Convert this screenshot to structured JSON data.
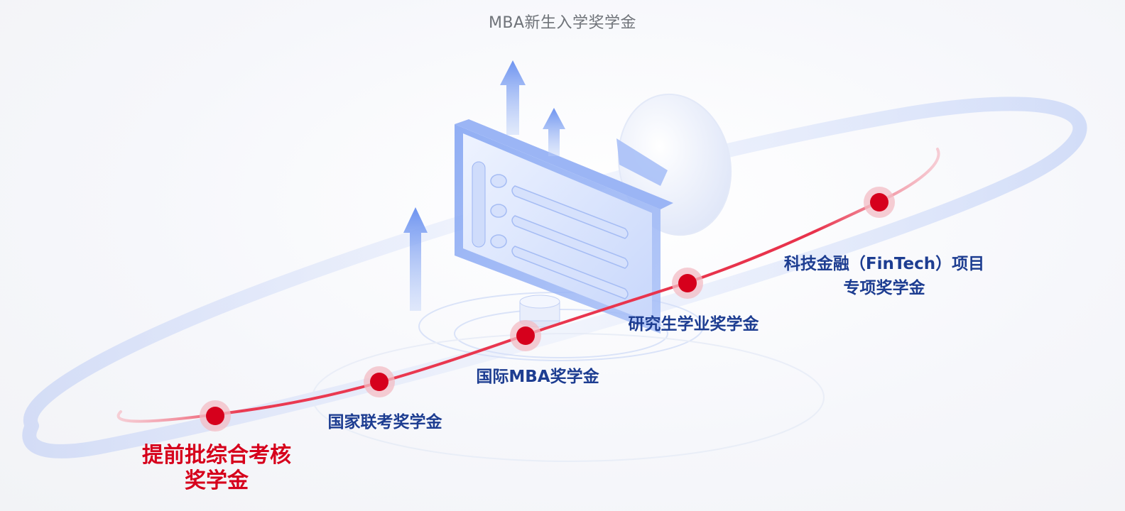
{
  "header": {
    "title": "MBA新生入学奖学金"
  },
  "colors": {
    "accent": "#d6001c",
    "label": "#1d3d91",
    "ring": "#c9d6f6"
  },
  "stages": [
    {
      "label_line1": "提前批综合考核",
      "label_line2": "奖学金",
      "active": true
    },
    {
      "label_line1": "国家联考奖学金",
      "label_line2": "",
      "active": false
    },
    {
      "label_line1": "国际MBA奖学金",
      "label_line2": "",
      "active": false
    },
    {
      "label_line1": "研究生学业奖学金",
      "label_line2": "",
      "active": false
    },
    {
      "label_line1": "科技金融（FinTech）项目",
      "label_line2": "专项奖学金",
      "active": false
    }
  ]
}
